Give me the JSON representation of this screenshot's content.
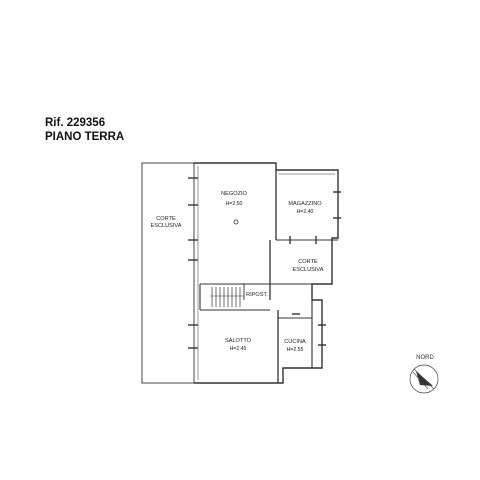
{
  "header": {
    "reference": "Rif. 229356",
    "floor": "PIANO TERRA"
  },
  "rooms": [
    {
      "id": "corte-esclusiva-left",
      "name": "CORTE",
      "name2": "ESCLUSIVA",
      "height": ""
    },
    {
      "id": "negozio",
      "name": "NEGOZIO",
      "name2": "",
      "height": "H=2.50"
    },
    {
      "id": "magazzino",
      "name": "MAGAZZINO",
      "name2": "",
      "height": "H=2.40"
    },
    {
      "id": "corte-esclusiva-right",
      "name": "CORTE",
      "name2": "ESCLUSIVA",
      "height": ""
    },
    {
      "id": "ripost",
      "name": "RIPOST.",
      "name2": "",
      "height": ""
    },
    {
      "id": "salotto",
      "name": "SALOTTO",
      "name2": "",
      "height": "H=2.45"
    },
    {
      "id": "cucina",
      "name": "CUCINA",
      "name2": "",
      "height": "H=2.55"
    }
  ],
  "compass": {
    "label": "NORD"
  }
}
